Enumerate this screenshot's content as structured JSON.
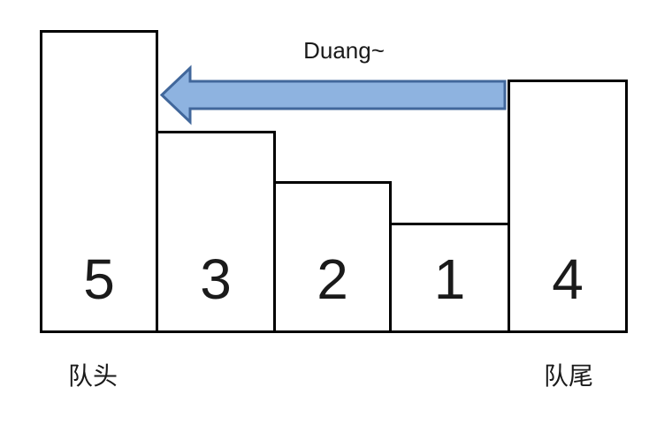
{
  "figure": {
    "annotation": "Duang~",
    "head_label": "队头",
    "tail_label": "队尾"
  },
  "queue": {
    "items": [
      {
        "value": "5"
      },
      {
        "value": "3"
      },
      {
        "value": "2"
      },
      {
        "value": "1"
      },
      {
        "value": "4"
      }
    ]
  },
  "icons": {
    "arrow": "left-arrow-icon"
  },
  "colors": {
    "arrow_fill": "#8eb3e0",
    "arrow_border": "#41679b",
    "bar_border": "#000000",
    "background": "#ffffff",
    "text": "#1a1a1a"
  }
}
